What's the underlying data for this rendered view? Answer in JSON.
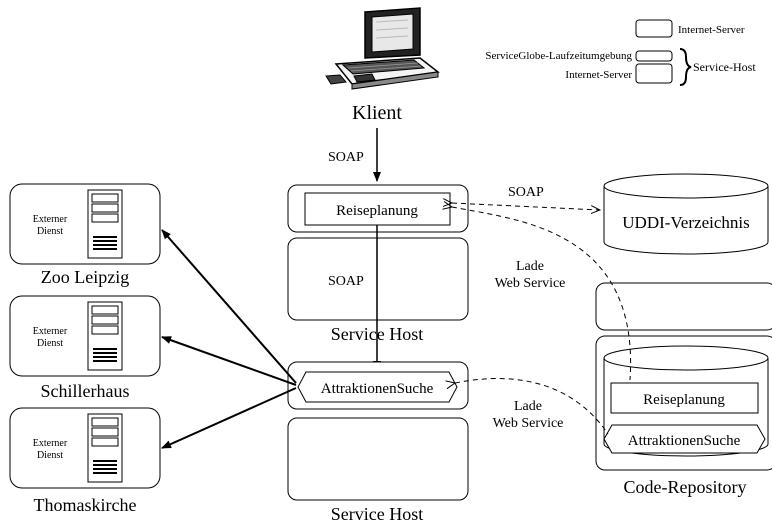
{
  "legend": {
    "internet_server": "Internet-Server",
    "runtime": "ServiceGlobe-Laufzeitumgebung",
    "internet_server_2": "Internet-Server",
    "service_host": "Service-Host"
  },
  "client": {
    "label": "Klient"
  },
  "protocol_soap": "SOAP",
  "service_host_label": "Service Host",
  "services": {
    "reiseplanung": "Reiseplanung",
    "attraktionen": "AttraktionenSuche"
  },
  "uddi": {
    "label": "UDDI-Verzeichnis"
  },
  "load_label_line1": "Lade",
  "load_label_line2": "Web Service",
  "external_service": {
    "line1": "Externer",
    "line2": "Dienst"
  },
  "externals": [
    {
      "name": "Zoo Leipzig"
    },
    {
      "name": "Schillerhaus"
    },
    {
      "name": "Thomaskirche"
    }
  ],
  "repository": {
    "label": "Code-Repository",
    "item1": "Reiseplanung",
    "item2": "AttraktionenSuche"
  }
}
